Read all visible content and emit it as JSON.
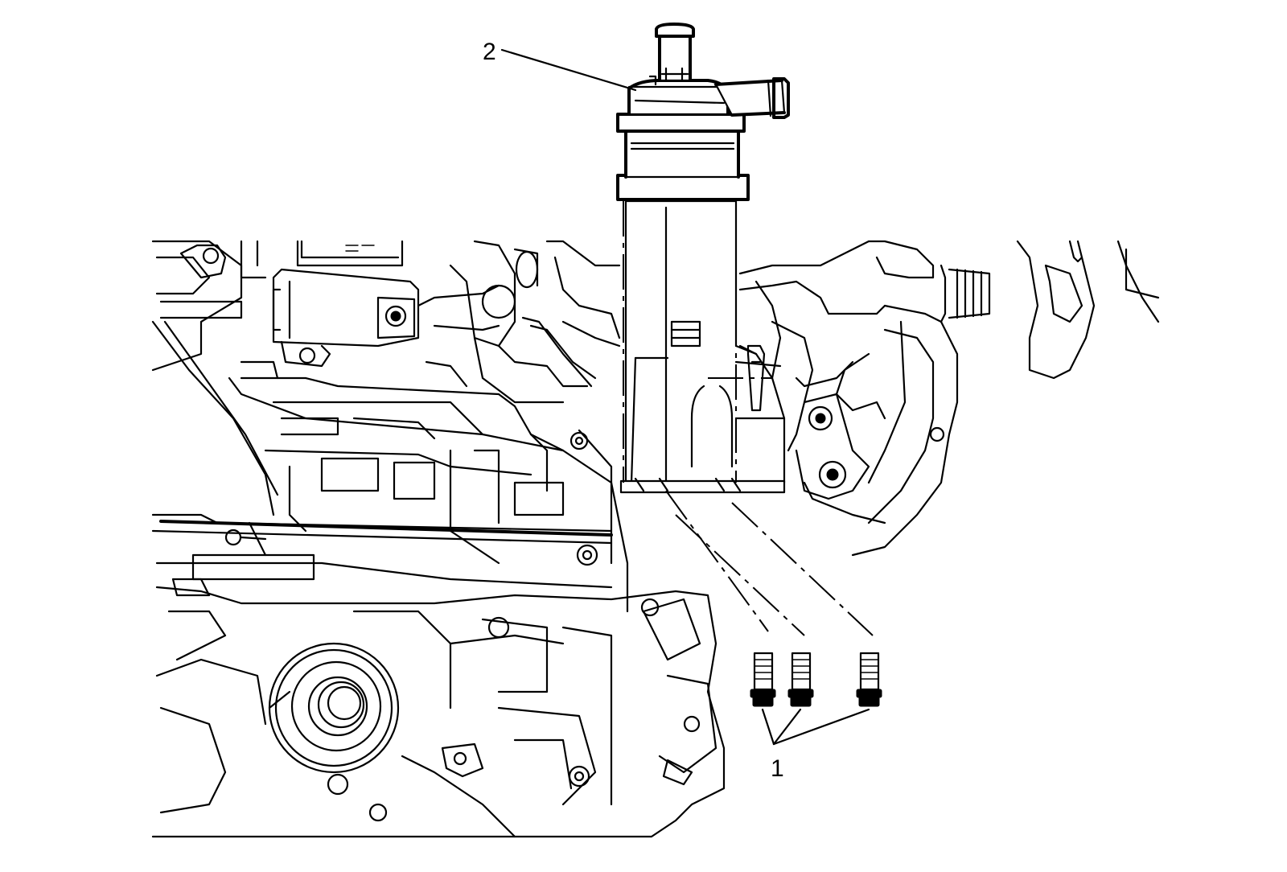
{
  "diagram": {
    "callouts": [
      {
        "id": "bolts",
        "label": "1"
      },
      {
        "id": "pump",
        "label": "2"
      }
    ]
  }
}
